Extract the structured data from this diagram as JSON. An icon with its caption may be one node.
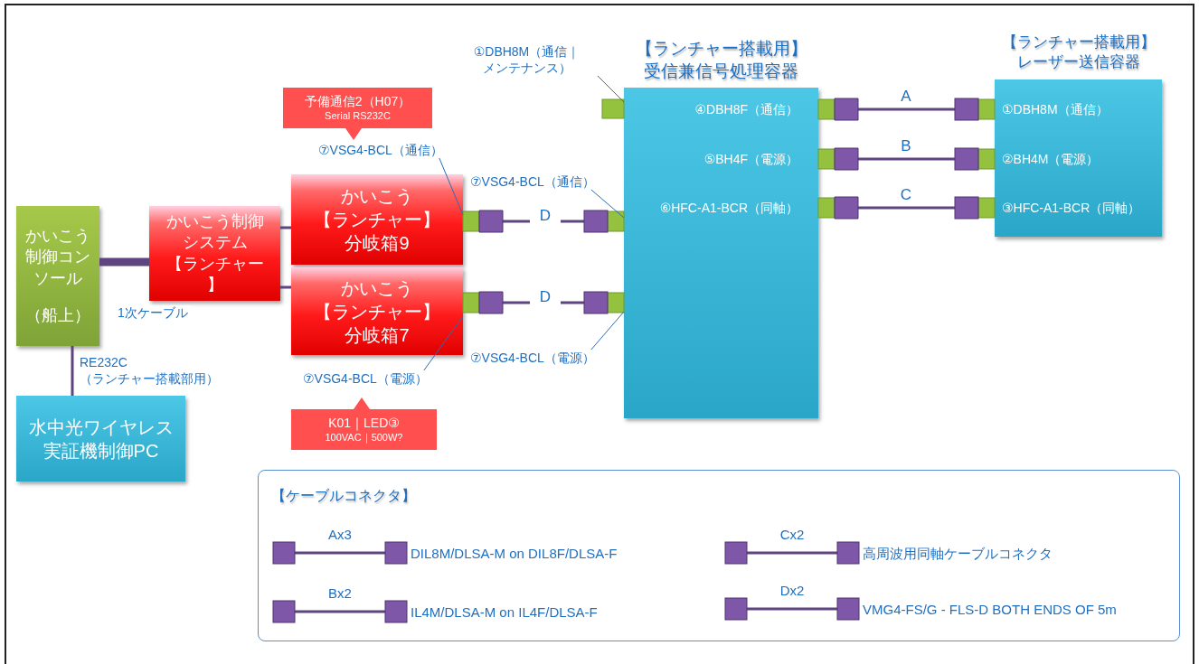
{
  "diagram": {
    "nodes": [
      {
        "text": [
          "かいこう制御コンソール",
          "（船上）"
        ]
      },
      {
        "text": [
          "かいこう制御システム【ランチャー】"
        ]
      },
      {
        "text": [
          "かいこう【ランチャー】分岐箱9"
        ]
      },
      {
        "text": [
          "かいこう【ランチャー】分岐箱7"
        ]
      },
      {
        "text": [
          "水中光ワイヤレス実証機制御PC"
        ]
      },
      {
        "text": [
          "【ランチャー搭載用】受信兼信号処理容器",
          "④DBH8F（通信）",
          "⑤BH4F（電源）",
          "⑥HFC-A1-BCR（同軸）"
        ]
      },
      {
        "text": [
          "【ランチャー搭載用】レーザー送信容器",
          "①DBH8M（通信）",
          "②BH4M（電源）",
          "③HFC-A1-BCR（同軸）"
        ]
      },
      {
        "text": [
          "予備通信2（H07）",
          "Serial RS232C"
        ]
      },
      {
        "text": [
          "K01｜LED③",
          "100VAC｜500W?"
        ]
      },
      {
        "text": [
          "①DBH8M（通信｜メンテナンス）"
        ]
      },
      {
        "text": [
          "⑦VSG4-BCL（通信）"
        ]
      },
      {
        "text": [
          "⑦VSG4-BCL（通信）"
        ]
      },
      {
        "text": [
          "⑦VSG4-BCL（電源）"
        ]
      },
      {
        "text": [
          "⑦VSG4-BCL（電源）"
        ]
      },
      {
        "text": [
          "【ケーブルコネクタ】"
        ]
      }
    ],
    "edges": [
      {
        "from": 0,
        "to": 1,
        "arrow": "none",
        "label": "1次ケーブル",
        "style": "thick"
      },
      {
        "from": 0,
        "to": 4,
        "arrow": "none",
        "label": "RE232C（ランチャー搭載部用）"
      },
      {
        "from": 1,
        "to": 2,
        "arrow": "none"
      },
      {
        "from": 1,
        "to": 3,
        "arrow": "none"
      },
      {
        "from": 2,
        "to": 5,
        "arrow": "other",
        "label": "D"
      },
      {
        "from": 3,
        "to": 5,
        "arrow": "other",
        "label": "D"
      },
      {
        "from": 5,
        "to": 6,
        "arrow": "other",
        "label": "A"
      },
      {
        "from": 5,
        "to": 6,
        "arrow": "other",
        "label": "B"
      },
      {
        "from": 5,
        "to": 6,
        "arrow": "other",
        "label": "C"
      },
      {
        "from": 9,
        "to": 5,
        "arrow": "none"
      },
      {
        "from": 10,
        "to": 2,
        "arrow": "none"
      },
      {
        "from": 11,
        "to": 5,
        "arrow": "none"
      },
      {
        "from": 12,
        "to": 3,
        "arrow": "none"
      },
      {
        "from": 13,
        "to": 5,
        "arrow": "none"
      }
    ],
    "labels": [
      "Ax3",
      "Cx2",
      "Bx2",
      "Dx2"
    ],
    "legend": [
      {
        "text": "DIL8M/DLSA-M on DIL8F/DLSA-F"
      },
      {
        "text": "高周波用同軸ケーブルコネクタ"
      },
      {
        "text": "IL4M/DLSA-M on IL4F/DLSA-F"
      },
      {
        "text": "VMG4-FS/G - FLS-D BOTH ENDS OF 5m"
      }
    ]
  }
}
